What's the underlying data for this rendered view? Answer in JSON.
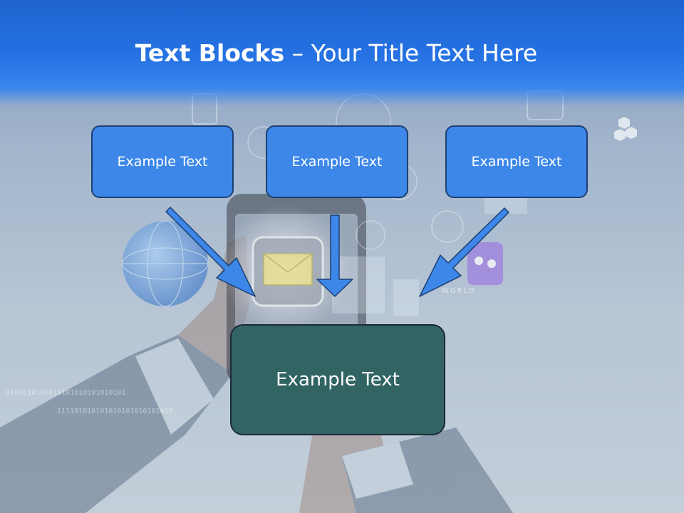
{
  "slide": {
    "title_bold": "Text Blocks",
    "title_dash": " – ",
    "title_rest": "Your Title Text Here",
    "boxes": [
      {
        "label": "Example Text"
      },
      {
        "label": "Example Text"
      },
      {
        "label": "Example Text"
      }
    ],
    "result_box": {
      "label": "Example Text"
    },
    "background_binary_lines": [
      "0101010101010101010101010101",
      "111101010101010101010101010"
    ],
    "world_label": "WORLD"
  },
  "colors": {
    "header_blue": "#2673e4",
    "box_fill": "#3d87e8",
    "box_border": "#1c3f73",
    "arrow_fill": "#3d87e8",
    "result_fill": "#326464"
  }
}
